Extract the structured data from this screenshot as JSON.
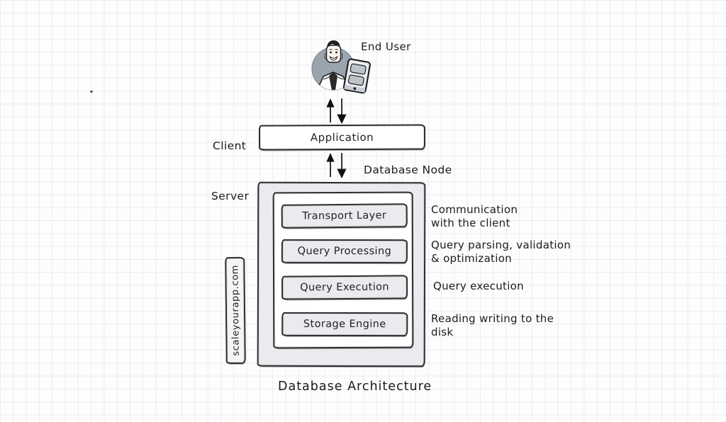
{
  "diagram": {
    "caption": "Database Architecture",
    "watermark": "scaleyourapp.com",
    "end_user_label": "End User",
    "client_label": "Client",
    "server_label": "Server",
    "application_label": "Application",
    "database_node_label": "Database Node",
    "layers": [
      {
        "label": "Transport Layer",
        "annotation": "Communication\nwith the client"
      },
      {
        "label": "Query Processing",
        "annotation": "Query parsing, validation\n& optimization"
      },
      {
        "label": "Query Execution",
        "annotation": "Query execution"
      },
      {
        "label": "Storage Engine",
        "annotation": "Reading writing to the\ndisk"
      }
    ],
    "colors": {
      "ink": "#222222",
      "panel_fill": "#e9ebee",
      "box_fill": "#ffffff",
      "avatar_circle": "#9aa4ae",
      "grid_line": "#cbd2dc"
    }
  }
}
